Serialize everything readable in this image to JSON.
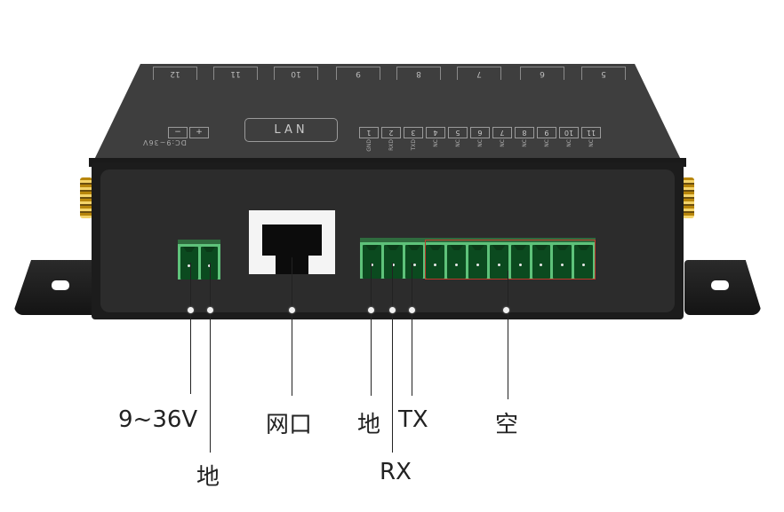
{
  "device": {
    "front_panel": {
      "lan_label": "LAN",
      "dc_label": "DC:9~36V",
      "dc_polarity": [
        "−",
        "+"
      ],
      "top_port_labels": [
        "12",
        "11",
        "10",
        "9",
        "8",
        "7",
        "6",
        "5"
      ],
      "pin_numbers": [
        "1",
        "2",
        "3",
        "4",
        "5",
        "6",
        "7",
        "8",
        "9",
        "10",
        "11"
      ],
      "pin_labels": [
        "GND",
        "RXD",
        "TXD",
        "NC",
        "NC",
        "NC",
        "NC",
        "NC",
        "NC",
        "NC",
        "NC"
      ]
    },
    "colors": {
      "terminal_green": "#5ec27a",
      "spare_outline": "#c0392b",
      "body": "#2c2c2c",
      "lid": "#3e3e3e"
    }
  },
  "callouts": {
    "power": "9~36V",
    "power_ground": "地",
    "network": "网口",
    "serial_ground": "地",
    "tx": "TX",
    "rx": "RX",
    "spare": "空"
  }
}
